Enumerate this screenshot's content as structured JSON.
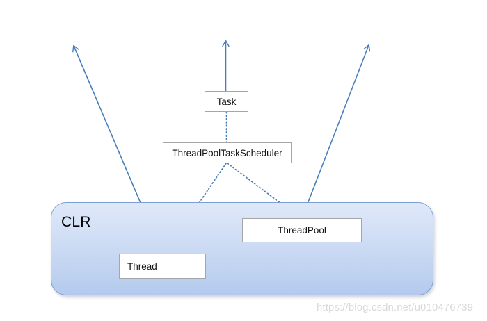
{
  "diagram": {
    "title_region_label": "CLR",
    "nodes": [
      {
        "id": "task",
        "label": "Task"
      },
      {
        "id": "scheduler",
        "label": "ThreadPoolTaskScheduler"
      },
      {
        "id": "threadpool",
        "label": "ThreadPool"
      },
      {
        "id": "thread",
        "label": "Thread"
      }
    ],
    "region": {
      "label": "CLR",
      "fill_top": "#dfe8f9",
      "fill_bottom": "#b4caed",
      "border": "#7ba0d0"
    },
    "edges": [
      {
        "id": "task-up-arrow",
        "from": "task",
        "to": "outside-top",
        "style": "solid",
        "arrow": true,
        "color": "#4a7ebb"
      },
      {
        "id": "thread-up-left-arrow",
        "from": "thread",
        "to": "outside-top-left",
        "style": "solid",
        "arrow": true,
        "color": "#4a7ebb"
      },
      {
        "id": "threadpool-up-right-arrow",
        "from": "threadpool",
        "to": "outside-top-right",
        "style": "solid",
        "arrow": true,
        "color": "#4a7ebb"
      },
      {
        "id": "task-scheduler-link",
        "from": "task",
        "to": "scheduler",
        "style": "dotted",
        "arrow": false,
        "color": "#4a7ebb"
      },
      {
        "id": "scheduler-thread-link",
        "from": "scheduler",
        "to": "thread",
        "style": "dotted",
        "arrow": false,
        "color": "#4a7ebb"
      },
      {
        "id": "scheduler-threadpool-link",
        "from": "scheduler",
        "to": "threadpool",
        "style": "dotted",
        "arrow": false,
        "color": "#4a7ebb"
      },
      {
        "id": "thread-threadpool-link",
        "from": "thread",
        "to": "threadpool",
        "style": "dotted",
        "arrow": false,
        "color": "#4a7ebb"
      }
    ],
    "colors": {
      "line": "#4a7ebb",
      "node_border": "#a6a6a6",
      "node_fill": "#ffffff",
      "text": "#111111"
    }
  },
  "watermark": {
    "text": "https://blog.csdn.net/u010476739",
    "color": "#d9d9d9"
  }
}
